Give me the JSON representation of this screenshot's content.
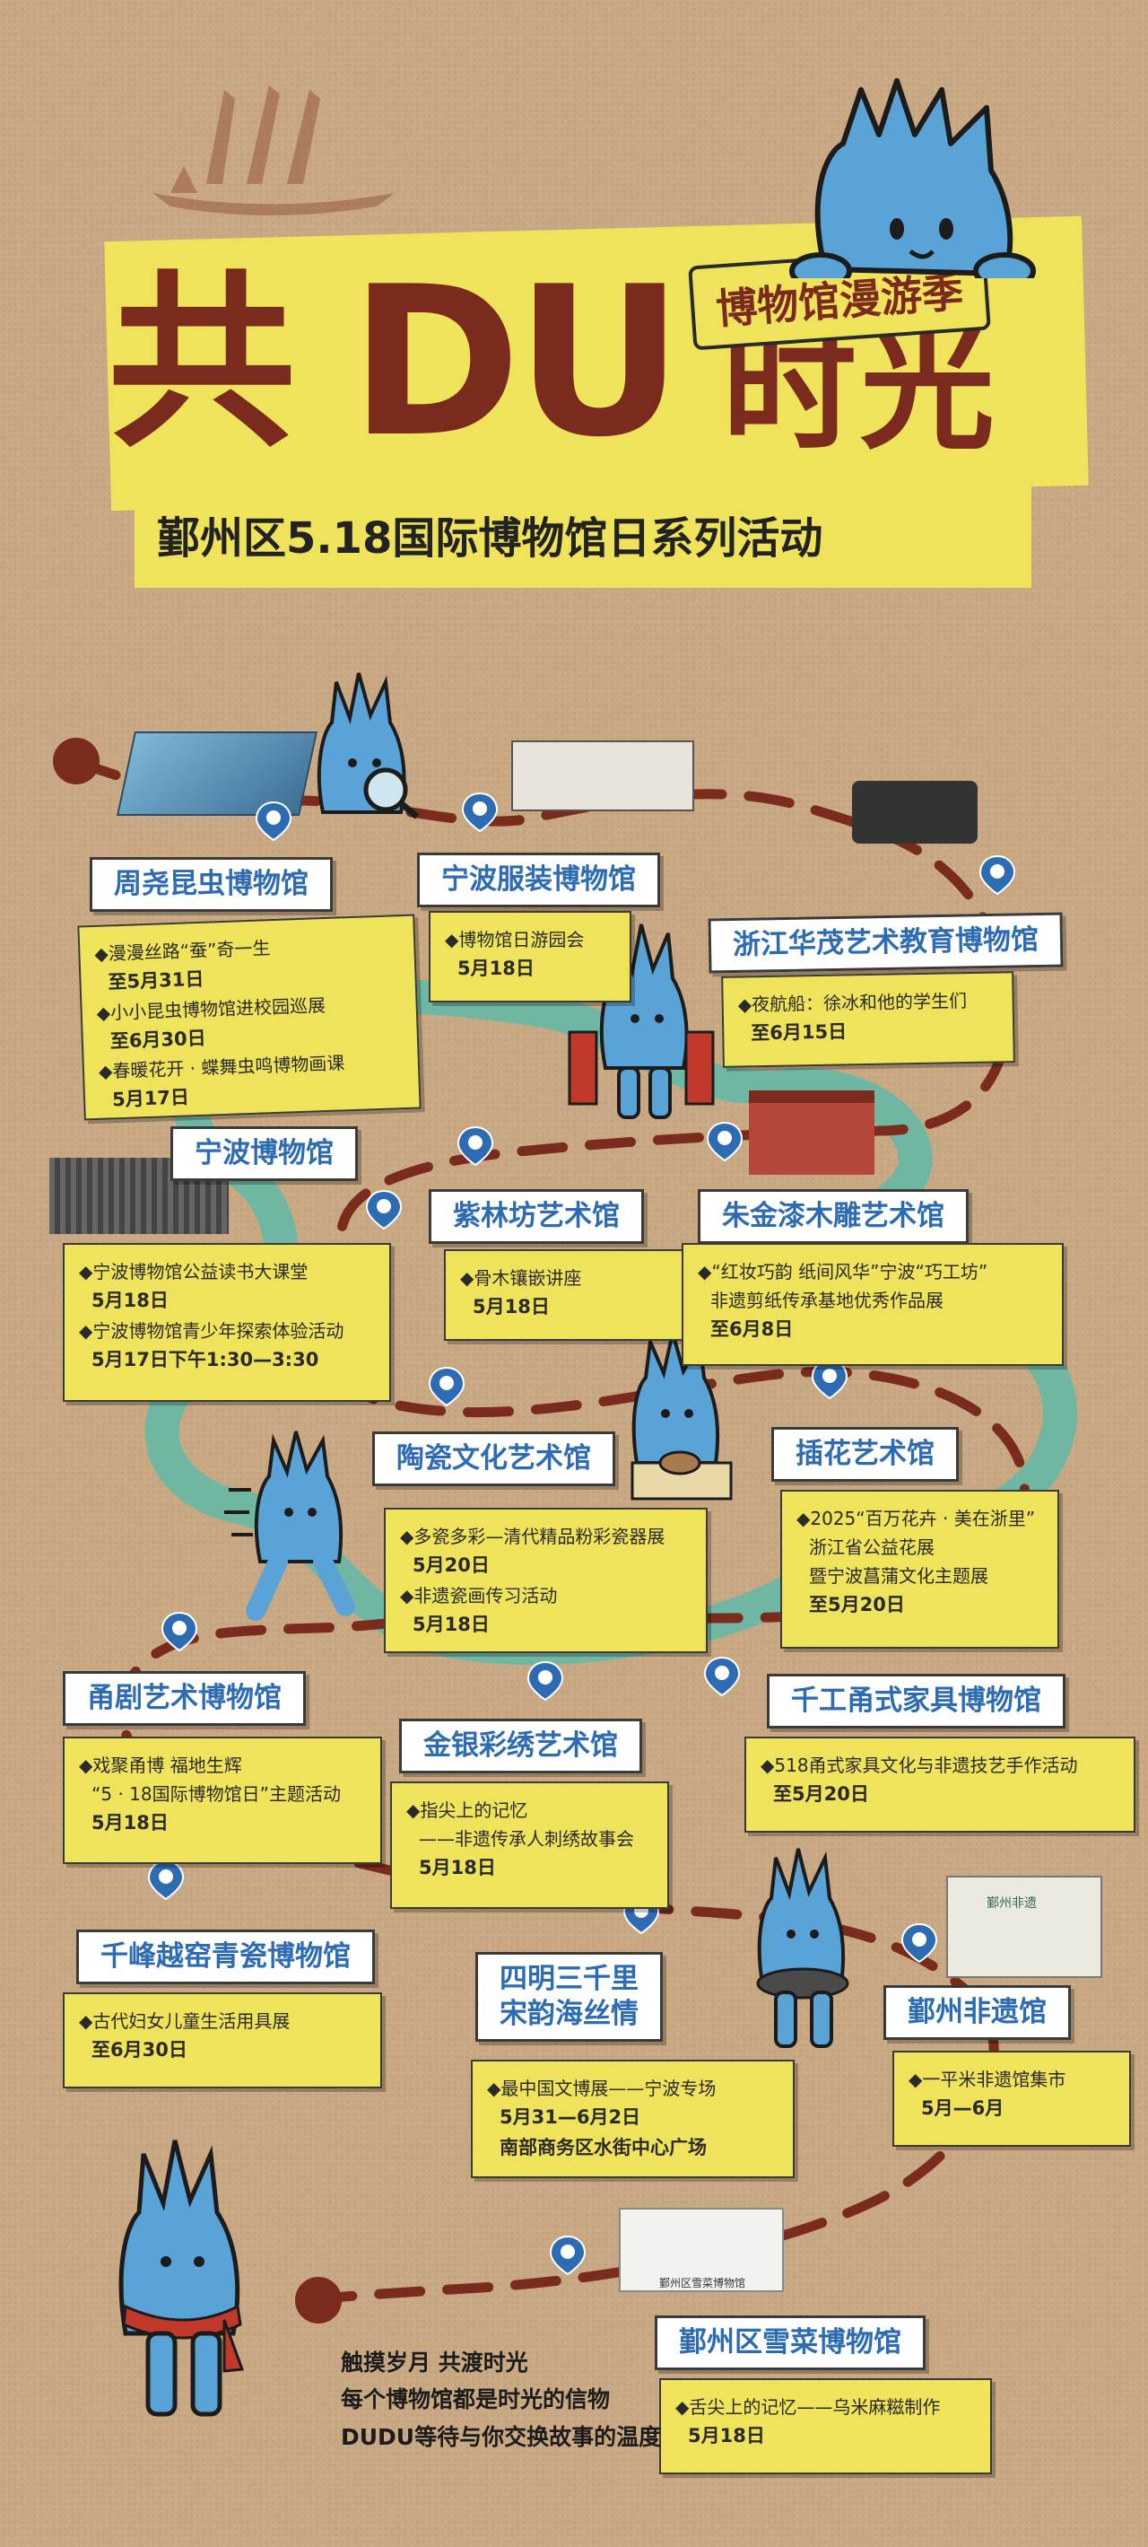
{
  "header": {
    "badge": "博物馆漫游季",
    "title_a": "共",
    "title_b": "DU",
    "title_c": "时光",
    "subtitle": "鄞州区5.18国际博物馆日系列活动"
  },
  "colors": {
    "background": "#c9a983",
    "band": "#efe35c",
    "title": "#7a2b1d",
    "name_text": "#2d6bb3",
    "path_dash": "#7a2b1d",
    "river": "#6fb7a3",
    "pin": "#2d6bb3",
    "mascot": "#5aa3d6"
  },
  "venues": [
    {
      "id": "v1",
      "name": "周尧昆虫博物馆",
      "events": [
        {
          "t": "◆漫漫丝路“蚕”奇一生",
          "d": "至5月31日"
        },
        {
          "t": "◆小小昆虫博物馆进校园巡展",
          "d": "至6月30日"
        },
        {
          "t": "◆春暖花开 · 蝶舞虫鸣博物画课",
          "d": "5月17日"
        }
      ]
    },
    {
      "id": "v2",
      "name": "宁波服装博物馆",
      "events": [
        {
          "t": "◆博物馆日游园会",
          "d": "5月18日"
        }
      ]
    },
    {
      "id": "v3",
      "name": "浙江华茂艺术教育博物馆",
      "events": [
        {
          "t": "◆夜航船：徐冰和他的学生们",
          "d": "至6月15日"
        }
      ]
    },
    {
      "id": "v4",
      "name": "宁波博物馆",
      "events": [
        {
          "t": "◆宁波博物馆公益读书大课堂",
          "d": "5月18日"
        },
        {
          "t": "◆宁波博物馆青少年探索体验活动",
          "d": "5月17日下午1:30—3:30"
        }
      ]
    },
    {
      "id": "v5",
      "name": "紫林坊艺术馆",
      "events": [
        {
          "t": "◆骨木镶嵌讲座",
          "d": "5月18日"
        }
      ]
    },
    {
      "id": "v6",
      "name": "朱金漆木雕艺术馆",
      "events": [
        {
          "t": "◆“红妆巧韵 纸间风华”宁波“巧工坊”",
          "d": ""
        },
        {
          "t": "非遗剪纸传承基地优秀作品展",
          "d": "至6月8日"
        }
      ]
    },
    {
      "id": "v7",
      "name": "陶瓷文化艺术馆",
      "events": [
        {
          "t": "◆多瓷多彩—清代精品粉彩瓷器展",
          "d": "5月20日"
        },
        {
          "t": "◆非遗瓷画传习活动",
          "d": "5月18日"
        }
      ]
    },
    {
      "id": "v8",
      "name": "插花艺术馆",
      "events": [
        {
          "t": "◆2025“百万花卉 · 美在浙里”",
          "d": ""
        },
        {
          "t": "浙江省公益花展",
          "d": ""
        },
        {
          "t": "暨宁波菖蒲文化主题展",
          "d": "至5月20日"
        }
      ]
    },
    {
      "id": "v9",
      "name": "甬剧艺术博物馆",
      "events": [
        {
          "t": "◆戏聚甬博 福地生辉",
          "d": ""
        },
        {
          "t": "“5 · 18国际博物馆日”主题活动",
          "d": "5月18日"
        }
      ]
    },
    {
      "id": "v10",
      "name": "金银彩绣艺术馆",
      "events": [
        {
          "t": "◆指尖上的记忆",
          "d": ""
        },
        {
          "t": "——非遗传承人刺绣故事会",
          "d": "5月18日"
        }
      ]
    },
    {
      "id": "v11",
      "name": "千工甬式家具博物馆",
      "events": [
        {
          "t": "◆518甬式家具文化与非遗技艺手作活动",
          "d": "至5月20日"
        }
      ]
    },
    {
      "id": "v12",
      "name": "千峰越窑青瓷博物馆",
      "events": [
        {
          "t": "◆古代妇女儿童生活用具展",
          "d": "至6月30日"
        }
      ]
    },
    {
      "id": "v13",
      "name": "四明三千里",
      "name2": "宋韵海丝情",
      "events": [
        {
          "t": "◆最中国文博展——宁波专场",
          "d": "5月31—6月2日"
        },
        {
          "t": "",
          "d": "南部商务区水街中心广场"
        }
      ]
    },
    {
      "id": "v14",
      "name": "鄞州非遗馆",
      "events": [
        {
          "t": "◆一平米非遗馆集市",
          "d": "5月—6月"
        }
      ]
    },
    {
      "id": "v15",
      "name": "鄞州区雪菜博物馆",
      "events": [
        {
          "t": "◆舌尖上的记忆——乌米麻糍制作",
          "d": "5月18日"
        }
      ]
    }
  ],
  "closing": {
    "line1": "触摸岁月 共渡时光",
    "line2": "每个博物馆都是时光的信物",
    "line3": "DUDU等待与你交换故事的温度"
  },
  "building_labels": {
    "xuecai_sign": "鄞州区雪菜博物馆",
    "feiyi_sign": "鄞州非遗"
  }
}
